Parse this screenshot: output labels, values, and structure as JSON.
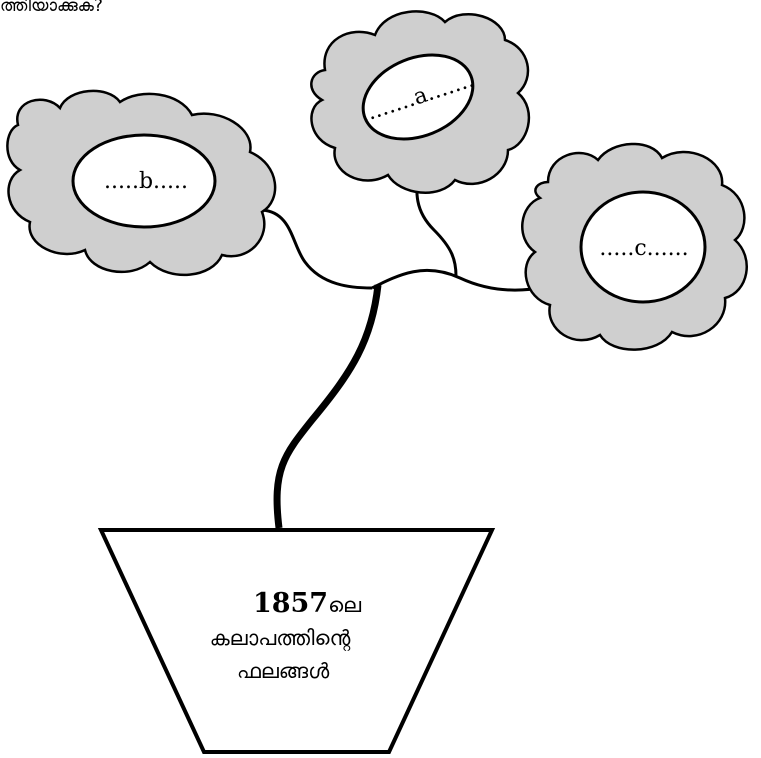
{
  "question": "ത്തിയാക്കുക?",
  "flowers": {
    "a": {
      "label": "a",
      "dots_before": "........",
      "dots_after": "......."
    },
    "b": {
      "label": "b",
      "dots_before": ".....",
      "dots_after": "....."
    },
    "c": {
      "label": "c",
      "dots_before": ".....",
      "dots_after": "......"
    }
  },
  "pot": {
    "year": "1857",
    "year_suffix": "ലെ",
    "line2": "കലാപത്തിന്റെ",
    "line3": "ഫലങ്ങൾ"
  },
  "colors": {
    "petal_fill": "#cfcfcf",
    "outline": "#000000",
    "center_fill": "#ffffff"
  }
}
